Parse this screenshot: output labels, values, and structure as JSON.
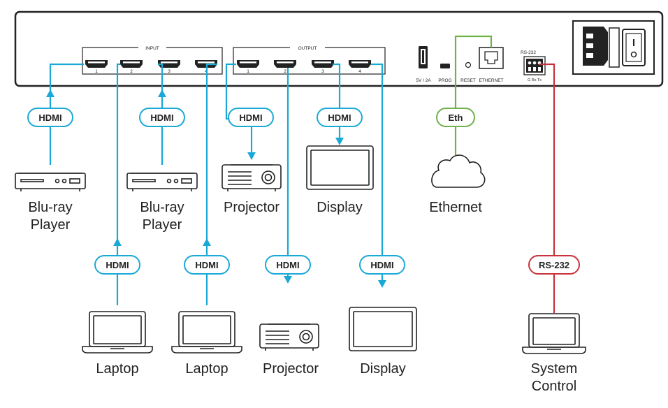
{
  "panel": {
    "input_label": "INPUT",
    "output_label": "OUTPUT",
    "input_ports": [
      "1",
      "2",
      "3",
      "4"
    ],
    "output_ports": [
      "1",
      "2",
      "3",
      "4"
    ],
    "usb_label": "5V / 2A",
    "prog_label": "PROG",
    "reset_label": "RESET",
    "ethernet_label": "ETHERNET",
    "rs232_label": "RS-232",
    "rs232_pins": "G  Rx  Tx"
  },
  "badges": {
    "hdmi": "HDMI",
    "eth": "Eth",
    "rs232": "RS-232"
  },
  "devices": {
    "bluray1": [
      "Blu-ray",
      "Player"
    ],
    "bluray2": [
      "Blu-ray",
      "Player"
    ],
    "laptop1": "Laptop",
    "laptop2": "Laptop",
    "projector1": "Projector",
    "projector2": "Projector",
    "display1": "Display",
    "display2": "Display",
    "ethernet": "Ethernet",
    "system_control": [
      "System",
      "Control"
    ]
  },
  "colors": {
    "hdmi": "#1aa9d6",
    "eth": "#6fb24a",
    "rs232": "#c8323a",
    "outline": "#222222"
  }
}
